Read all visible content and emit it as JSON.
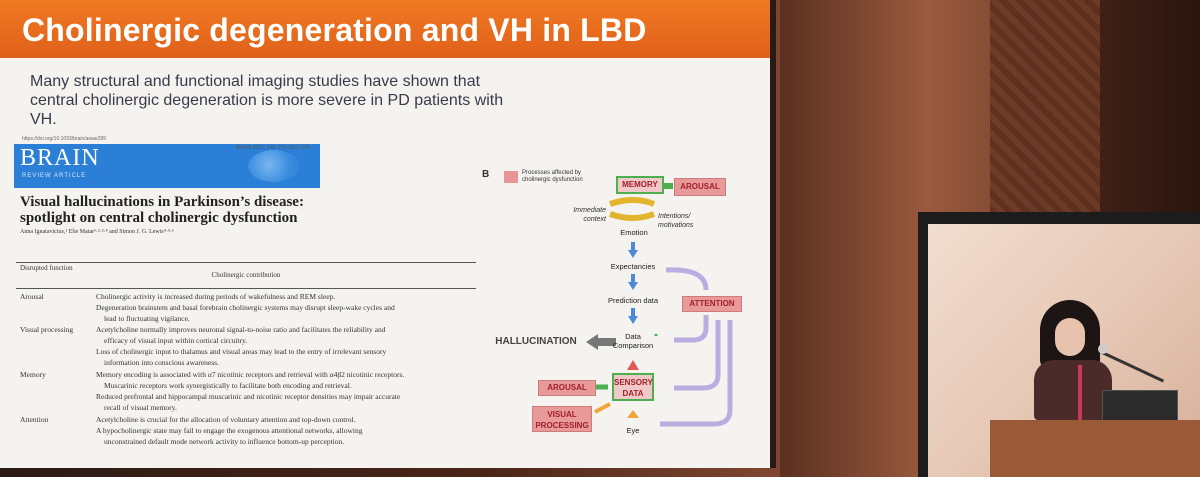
{
  "slide": {
    "title": "Cholinergic degeneration and VH in LBD",
    "intro": "Many structural and functional imaging studies have shown that central cholinergic degeneration is more severe in PD patients with VH."
  },
  "paper": {
    "doi": "https://doi.org/10.1093/brain/awae289",
    "journal": "BRAIN",
    "journal_sub": "REVIEW ARTICLE",
    "journal_ref": "BRAIN 2025: 148; 376–393  |  376",
    "title": "Visual hallucinations in Parkinson’s disease: spotlight on central cholinergic dysfunction",
    "authors": "Anna Ignatavicius,¹ Elie Matar¹·²·³·⁴ and Simon J. G. Lewis⁴·⁵·⁶"
  },
  "table": {
    "col1_header": "Disrupted function",
    "col2_header": "Cholinergic contribution",
    "rows": [
      {
        "label": "Arousal",
        "lines": [
          "Cholinergic activity is increased during periods of wakefulness and REM sleep.",
          "Degeneration brainstem and basal forebrain cholinergic systems may disrupt sleep-wake cycles and",
          "lead to fluctuating vigilance."
        ]
      },
      {
        "label": "Visual processing",
        "lines": [
          "Acetylcholine normally improves neuronal signal-to-noise ratio and facilitates the reliability and",
          "efficacy of visual input within cortical circuitry.",
          "Loss of cholinergic input to thalamus and visual areas may lead to the entry of irrelevant sensory",
          "information into conscious awareness."
        ]
      },
      {
        "label": "Memory",
        "lines": [
          "Memory encoding is associated with α7 nicotinic receptors and retrieval with α4β2 nicotinic receptors.",
          "Muscarinic receptors work synergistically to facilitate both encoding and retrieval.",
          "Reduced prefrontal and hippocampal muscarinic and nicotinic receptor densities may impair accurate",
          "recall of visual memory."
        ]
      },
      {
        "label": "Attention",
        "lines": [
          "Acetylcholine is crucial for the allocation of voluntary attention and top-down control.",
          "A hypocholinergic state may fail to engage the exogenous attentional networks, allowing",
          "unconstrained default mode network activity to influence bottom-up perception."
        ]
      }
    ]
  },
  "diagram": {
    "panel_letter": "B",
    "legend": "Processes affected by cholinergic dysfunction",
    "memory": "MEMORY",
    "arousal_top": "AROUSAL",
    "immediate_context": "Immediate context",
    "intentions": "Intentions/ motivations",
    "emotion": "Emotion",
    "expectancies": "Expectancies",
    "prediction": "Prediction data",
    "attention": "ATTENTION",
    "hallucination": "HALLUCINATION",
    "data_comparison": "Data Comparison",
    "arousal_bottom": "AROUSAL",
    "sensory": "SENSORY DATA",
    "visual_processing": "VISUAL PROCESSING",
    "eye": "Eye",
    "colors": {
      "box_fill": "#e89a9a",
      "box_text": "#a0202a",
      "arrow_blue": "#4a8ad6",
      "loop_purple": "#b8aee0",
      "green": "#4caf50",
      "orange": "#f2a33a"
    }
  },
  "colors": {
    "title_bar": "#e96a1d",
    "journal_bar": "#2c7fd6"
  }
}
